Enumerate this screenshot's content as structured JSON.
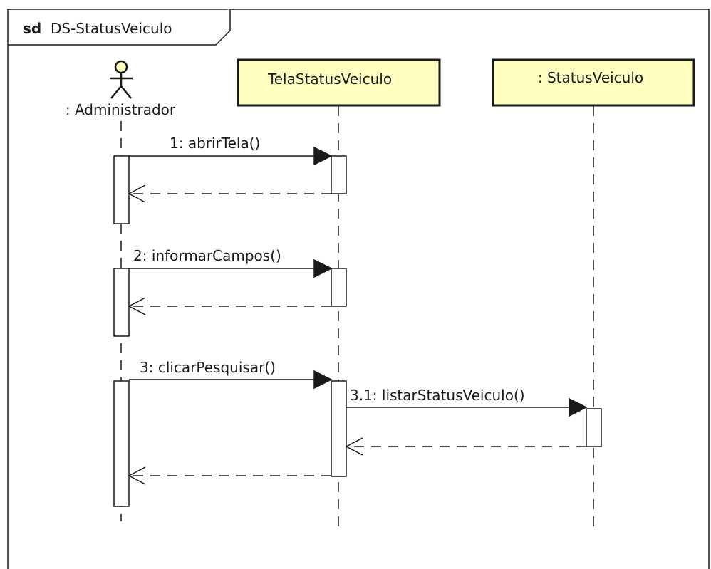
{
  "frame": {
    "keyword": "sd",
    "name": "DS-StatusVeiculo"
  },
  "participants": [
    {
      "id": "admin",
      "kind": "actor",
      "label": ": Administrador"
    },
    {
      "id": "tela",
      "kind": "object",
      "label": "TelaStatusVeiculo",
      "fill": "#ffffc0"
    },
    {
      "id": "status",
      "kind": "object",
      "label": ": StatusVeiculo",
      "fill": "#ffffc0"
    }
  ],
  "messages": [
    {
      "id": "m1",
      "label": "1: abrirTela()",
      "from": "admin",
      "to": "tela",
      "type": "sync"
    },
    {
      "id": "r1",
      "label": "",
      "from": "tela",
      "to": "admin",
      "type": "return"
    },
    {
      "id": "m2",
      "label": "2: informarCampos()",
      "from": "admin",
      "to": "tela",
      "type": "sync"
    },
    {
      "id": "r2",
      "label": "",
      "from": "tela",
      "to": "admin",
      "type": "return"
    },
    {
      "id": "m3",
      "label": "3: clicarPesquisar()",
      "from": "admin",
      "to": "tela",
      "type": "sync"
    },
    {
      "id": "m31",
      "label": "3.1: listarStatusVeiculo()",
      "from": "tela",
      "to": "status",
      "type": "sync"
    },
    {
      "id": "r31",
      "label": "",
      "from": "status",
      "to": "tela",
      "type": "return"
    },
    {
      "id": "r3",
      "label": "",
      "from": "tela",
      "to": "admin",
      "type": "return"
    }
  ],
  "colors": {
    "line": "#1a1a1a",
    "lifeline_box_fill": "#ffffc0",
    "actor_head_fill": "#ffffc0",
    "activation_fill": "#ffffff"
  }
}
